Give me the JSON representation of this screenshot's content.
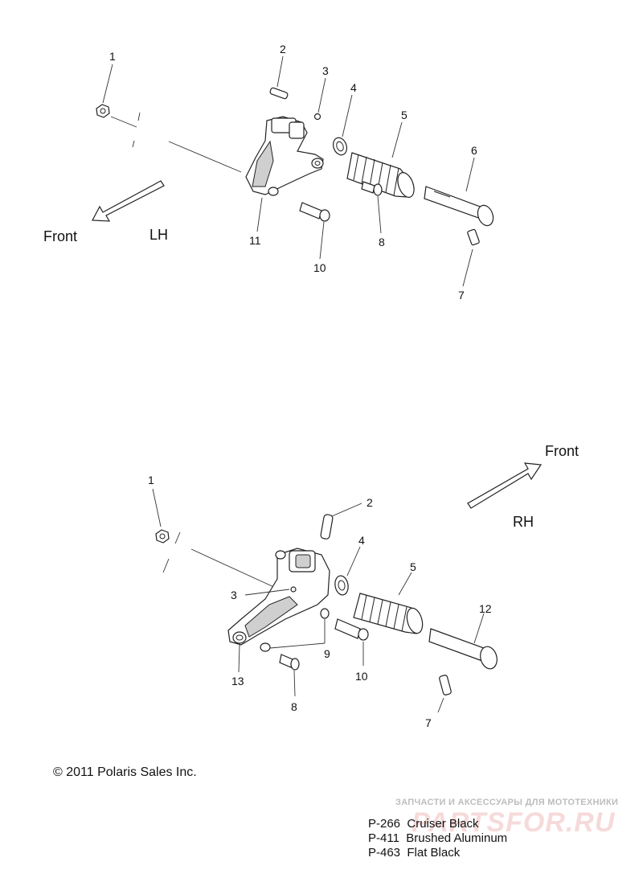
{
  "lh": {
    "direction_label": "Front",
    "side_label": "LH",
    "callouts": [
      "1",
      "2",
      "3",
      "4",
      "5",
      "6",
      "7",
      "8",
      "10",
      "11"
    ]
  },
  "rh": {
    "direction_label": "Front",
    "side_label": "RH",
    "callouts": [
      "1",
      "2",
      "3",
      "4",
      "5",
      "7",
      "8",
      "9",
      "10",
      "12",
      "13"
    ]
  },
  "copyright": "© 2011 Polaris Sales Inc.",
  "watermark": {
    "tagline": "ЗАПЧАСТИ И АКСЕССУАРЫ ДЛЯ МОТОТЕХНИКИ",
    "brand": "PARTSFOR.RU"
  },
  "finishes": [
    {
      "code": "P-266",
      "name": "Cruiser Black"
    },
    {
      "code": "P-411",
      "name": "Brushed Aluminum"
    },
    {
      "code": "P-463",
      "name": "Flat Black"
    }
  ]
}
